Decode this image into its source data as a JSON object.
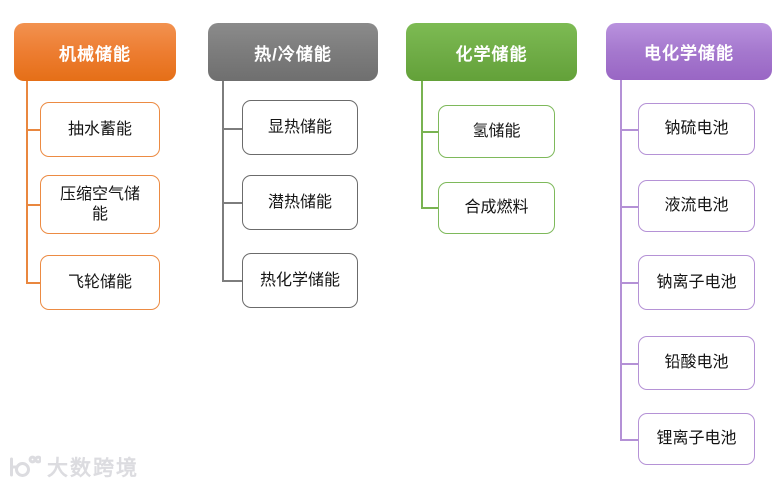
{
  "diagram": {
    "title": "energy-storage-classification",
    "columns": [
      {
        "header": "机械储能",
        "accent": "#ED7D31",
        "children": [
          "抽水蓄能",
          "压缩空气储能",
          "飞轮储能"
        ]
      },
      {
        "header": "热/冷储能",
        "accent": "#7C7C7C",
        "children": [
          "显热储能",
          "潜热储能",
          "热化学储能"
        ]
      },
      {
        "header": "化学储能",
        "accent": "#70AD47",
        "children": [
          "氢储能",
          "合成燃料"
        ]
      },
      {
        "header": "电化学储能",
        "accent": "#A578CE",
        "children": [
          "钠硫电池",
          "液流电池",
          "钠离子电池",
          "铅酸电池",
          "锂离子电池"
        ]
      }
    ]
  },
  "watermark": {
    "icon": "dashu-logo-icon",
    "text": "大数跨境",
    "color": "#DCDCE0"
  }
}
